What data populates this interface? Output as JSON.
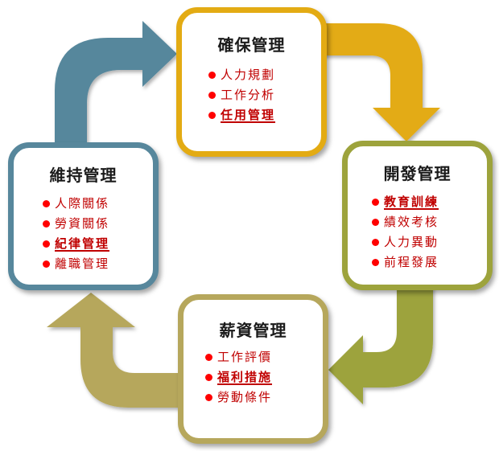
{
  "colors": {
    "top": "#e3ab13",
    "right": "#9da33c",
    "bottom": "#b6a75c",
    "left": "#57879c",
    "bullet": "#ff0000",
    "item_text": "#c00000",
    "title_text": "#1a1a1a"
  },
  "cards": {
    "top": {
      "title": "確保管理",
      "items": [
        "人力規劃",
        "工作分析",
        "任用管理"
      ]
    },
    "right": {
      "title": "開發管理",
      "items": [
        "教育訓練",
        "績效考核",
        "人力異動",
        "前程發展"
      ]
    },
    "bottom": {
      "title": "薪資管理",
      "items": [
        "工作評價",
        "福利措施",
        "勞動條件"
      ]
    },
    "left": {
      "title": "維持管理",
      "items": [
        "人際關係",
        "勞資關係",
        "紀律管理",
        "離職管理"
      ]
    }
  }
}
